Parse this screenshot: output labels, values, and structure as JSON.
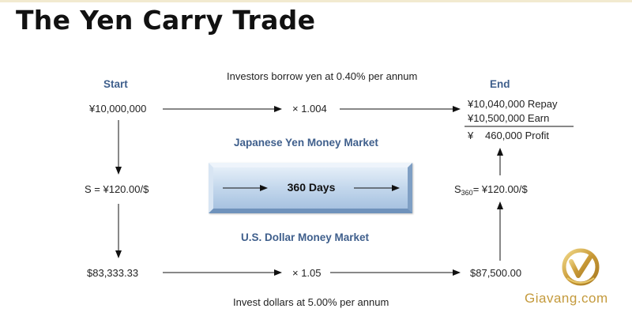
{
  "title": "The Yen Carry Trade",
  "top_note": "Investors borrow yen at 0.40% per annum",
  "bottom_note": "Invest dollars at 5.00% per annum",
  "start_label": "Start",
  "end_label": "End",
  "start_amount": "¥10,000,000",
  "top_multiplier": "× 1.004",
  "end_lines": {
    "repay": "¥10,040,000 Repay",
    "earn": "¥10,500,000 Earn",
    "profit_symbol": "¥",
    "profit": "460,000 Profit"
  },
  "yen_market": "Japanese Yen Money Market",
  "spot_rate": "S = ¥120.00/$",
  "days": "360 Days",
  "forward_rate": {
    "prefix": "S",
    "subscript": "360",
    "suffix": "= ¥120.00/$"
  },
  "usd_market": "U.S. Dollar Money Market",
  "usd_amount": "$83,333.33",
  "bottom_multiplier": "× 1.05",
  "usd_end_amount": "$87,500.00",
  "watermark": "Giavang.com",
  "colors": {
    "label_blue": "#3f5f8c",
    "box_blue": "#b7cfe8",
    "logo_gold": "#c49a3c"
  }
}
